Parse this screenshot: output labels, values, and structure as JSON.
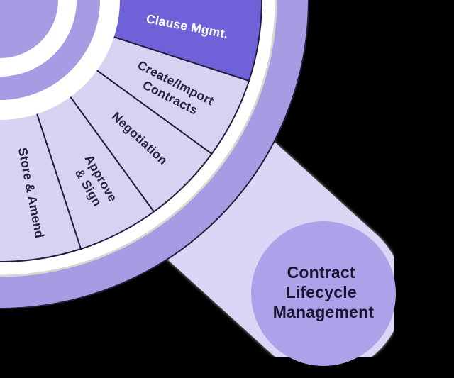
{
  "diagram": {
    "title": "Contract Lifecycle Management wheel",
    "node": {
      "label": "Contract Lifecycle Management",
      "line1": "Contract",
      "line2": "Lifecycle",
      "line3": "Management"
    },
    "segments": [
      {
        "id": "clause-mgmt",
        "label": "Clause Mgmt.",
        "highlighted": true
      },
      {
        "id": "create-import-contracts",
        "label": "Create/Import Contracts",
        "line1": "Create/Import",
        "line2": "Contracts",
        "highlighted": false
      },
      {
        "id": "negotiation",
        "label": "Negotiation",
        "highlighted": false
      },
      {
        "id": "approve-sign",
        "label": "Approve & Sign",
        "line1": "Approve",
        "line2": "& Sign",
        "highlighted": false
      },
      {
        "id": "store-amend",
        "label": "Store & Amend",
        "highlighted": false
      }
    ]
  },
  "colors": {
    "background": "#000000",
    "segment_highlight": "#6f61d8",
    "segment_default": "#d7d1f2",
    "segment_label_dark": "#262043",
    "segment_label_light": "#ffffff",
    "ring_purple": "#a69ce4",
    "ring_white": "#ffffff",
    "ring_shadow": "#d8d5d0",
    "outline_dark": "#241d3d",
    "band": "#dbd6f5",
    "band_fringe": "#c9c6c1",
    "node_fill": "#ada2ea",
    "node_text": "#1a1430"
  }
}
